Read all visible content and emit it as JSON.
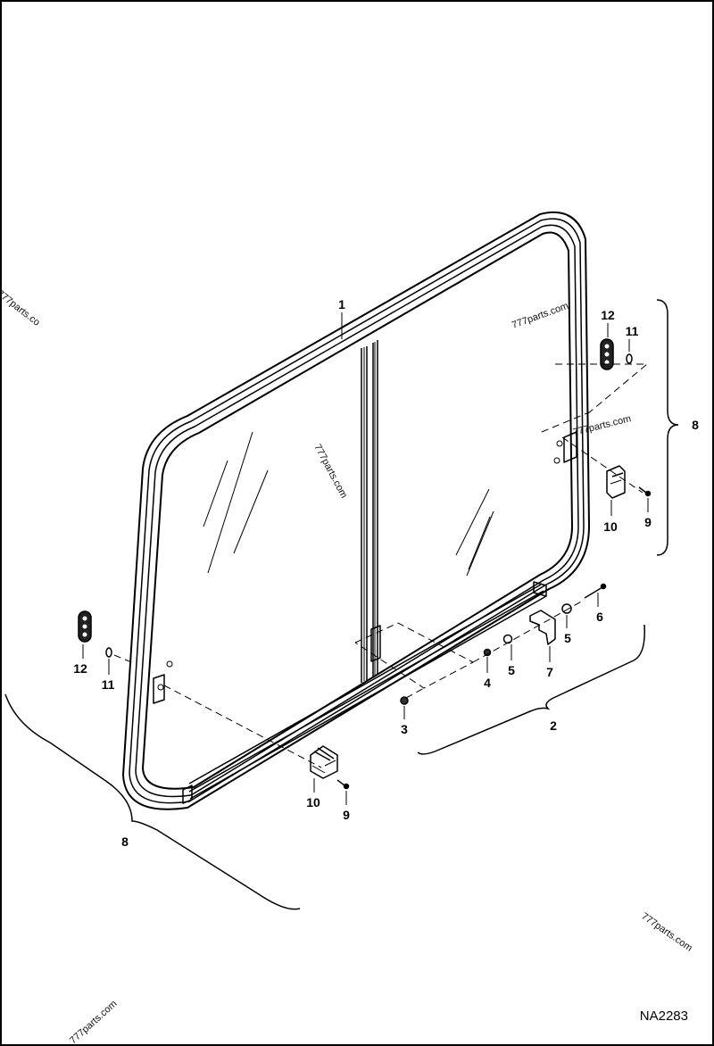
{
  "diagram": {
    "drawing_code": "NA2283",
    "callouts": {
      "c1": "1",
      "c2": "2",
      "c3": "3",
      "c4": "4",
      "c5a": "5",
      "c5b": "5",
      "c6": "6",
      "c7": "7",
      "c8_right": "8",
      "c8_left": "8",
      "c9_right": "9",
      "c9_left": "9",
      "c10_right": "10",
      "c10_left": "10",
      "c11_right": "11",
      "c11_left": "11",
      "c12_right": "12",
      "c12_left": "12"
    },
    "watermarks": {
      "w1": "777parts.com",
      "w2": "777parts.com",
      "w3": "777parts.com",
      "w4": "777parts.co",
      "w5": "777parts.com",
      "w6": "777parts.com"
    },
    "colors": {
      "line": "#000000",
      "background": "#ffffff"
    }
  }
}
